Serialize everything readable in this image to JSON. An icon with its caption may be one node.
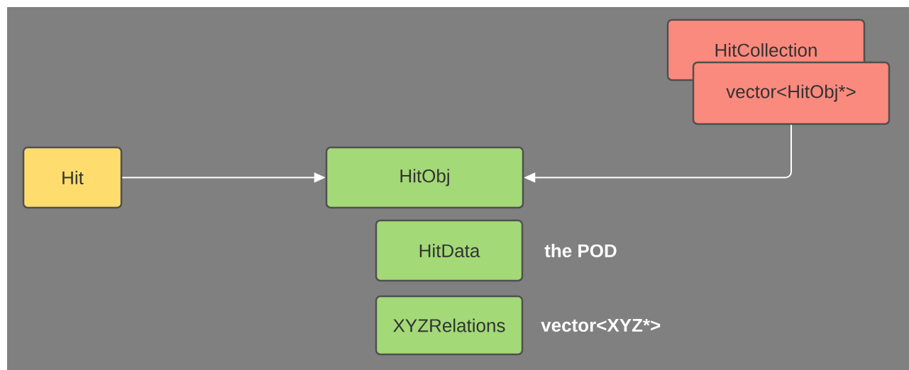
{
  "diagram": {
    "nodes": [
      {
        "text": [
          "Hit"
        ]
      },
      {
        "text": [
          "HitObj"
        ]
      },
      {
        "text": [
          "HitData"
        ],
        "beside": [
          "the POD"
        ]
      },
      {
        "text": [
          "XYZRelations"
        ],
        "beside": [
          "vector<XYZ*>"
        ]
      },
      {
        "text": [
          "HitCollection"
        ]
      },
      {
        "text": [
          "vector<HitObj*>"
        ]
      }
    ],
    "edges": [
      {
        "from": 0,
        "to": 1,
        "arrow": "to"
      },
      {
        "from": 5,
        "to": 1,
        "arrow": "to"
      }
    ]
  }
}
